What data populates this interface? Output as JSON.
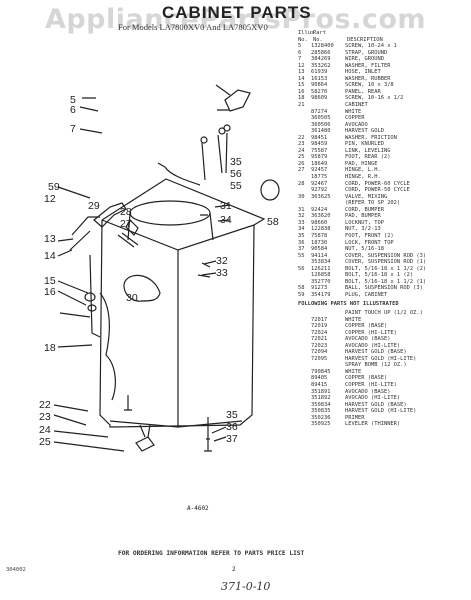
{
  "watermark": "AppliancePartsPros.com",
  "title": "CABINET PARTS",
  "models": "For Models LA7800XV0 And LA7805XV0",
  "columns": {
    "illus": "Illus.",
    "no": "No.",
    "part": "Part",
    "part_no": "No.",
    "description": "DESCRIPTION"
  },
  "parts": [
    {
      "illus": "5",
      "part": "1328400",
      "desc": "SCREW, 10-24 x 1"
    },
    {
      "illus": "6",
      "part": "285866",
      "desc": "STRAP, GROUND"
    },
    {
      "illus": "7",
      "part": "384269",
      "desc": "WIRE, GROUND"
    },
    {
      "illus": "12",
      "part": "353262",
      "desc": "WASHER, FILTER"
    },
    {
      "illus": "13",
      "part": "61939",
      "desc": "HOSE, INLET"
    },
    {
      "illus": "14",
      "part": "16153",
      "desc": "WASHER, RUBBER"
    },
    {
      "illus": "15",
      "part": "90864",
      "desc": "SCREW, 10 x 3/8"
    },
    {
      "illus": "16",
      "part": "58270",
      "desc": "PANEL, REAR"
    },
    {
      "illus": "18",
      "part": "98609",
      "desc": "SCREW, 10-16 x 1/2"
    },
    {
      "illus": "21",
      "part": "",
      "desc": "CABINET"
    },
    {
      "illus": "",
      "part": "87274",
      "desc": "WHITE"
    },
    {
      "illus": "",
      "part": "360505",
      "desc": "COPPER"
    },
    {
      "illus": "",
      "part": "360506",
      "desc": "AVOCADO"
    },
    {
      "illus": "",
      "part": "361480",
      "desc": "HARVEST GOLD"
    },
    {
      "illus": "22",
      "part": "98451",
      "desc": "WASHER, FRICTION"
    },
    {
      "illus": "23",
      "part": "98459",
      "desc": "PIN, KNURLED"
    },
    {
      "illus": "24",
      "part": "75587",
      "desc": "LINK, LEVELING"
    },
    {
      "illus": "25",
      "part": "95879",
      "desc": "FOOT, REAR (2)"
    },
    {
      "illus": "26",
      "part": "18649",
      "desc": "PAD, HINGE"
    },
    {
      "illus": "27",
      "part": "92457",
      "desc": "HINGE, L.H."
    },
    {
      "illus": "",
      "part": "18775",
      "desc": "HINGE, R.H."
    },
    {
      "illus": "28",
      "part": "92467",
      "desc": "CORD, POWER-60 CYCLE"
    },
    {
      "illus": "",
      "part": "92792",
      "desc": "CORD, POWER-50 CYCLE"
    },
    {
      "illus": "30",
      "part": "363625",
      "desc": "VALVE, MIXING"
    },
    {
      "illus": "",
      "part": "",
      "desc": "(REFER TO SP 202)"
    },
    {
      "illus": "31",
      "part": "92424",
      "desc": "CORD, BUMPER"
    },
    {
      "illus": "32",
      "part": "363620",
      "desc": "PAD, BUMPER"
    },
    {
      "illus": "33",
      "part": "98660",
      "desc": "LOCKNUT, TOP"
    },
    {
      "illus": "34",
      "part": "122838",
      "desc": "NUT, 3/2-13"
    },
    {
      "illus": "35",
      "part": "75878",
      "desc": "FOOT, FRONT (2)"
    },
    {
      "illus": "36",
      "part": "18730",
      "desc": "LOCK, FRONT TOP"
    },
    {
      "illus": "37",
      "part": "90584",
      "desc": "NUT, 5/16-18"
    },
    {
      "illus": "55",
      "part": "94114",
      "desc": "COVER, SUSPENSION ROD (3)"
    },
    {
      "illus": "",
      "part": "353834",
      "desc": "COVER, SUSPENSION ROD (1)"
    },
    {
      "illus": "56",
      "part": "126211",
      "desc": "BOLT, 5/16-18 x 1 1/2 (2)"
    },
    {
      "illus": "",
      "part": "126858",
      "desc": "BOLT, 5/16-18 x 1 (2)"
    },
    {
      "illus": "",
      "part": "352770",
      "desc": "BOLT, 5/16-18 x 1 1/2 (1)"
    },
    {
      "illus": "58",
      "part": "91273",
      "desc": "BALL, SUSPENSION ROD (3)"
    },
    {
      "illus": "59",
      "part": "354179",
      "desc": "PLUG, CABINET"
    }
  ],
  "not_illustrated_header": "FOLLOWING PARTS NOT ILLUSTRATED",
  "not_illustrated": [
    {
      "part": "",
      "desc": "PAINT TOUCH UP (1/2 OZ.)"
    },
    {
      "part": "72017",
      "desc": "WHITE"
    },
    {
      "part": "72019",
      "desc": "COPPER (BASE)"
    },
    {
      "part": "72024",
      "desc": "COPPER (HI-LITE)"
    },
    {
      "part": "72021",
      "desc": "AVOCADO (BASE)"
    },
    {
      "part": "72023",
      "desc": "AVOCADO (HI-LITE)"
    },
    {
      "part": "72094",
      "desc": "HARVEST GOLD (BASE)"
    },
    {
      "part": "72095",
      "desc": "HARVEST GOLD (HI-LITE)"
    },
    {
      "part": "",
      "desc": "SPRAY BOMB (12 OZ.)"
    },
    {
      "part": "790845",
      "desc": "WHITE"
    },
    {
      "part": "89405",
      "desc": "COPPER (BASE)"
    },
    {
      "part": "89415",
      "desc": "COPPER (HI-LITE)"
    },
    {
      "part": "351891",
      "desc": "AVOCADO (BASE)"
    },
    {
      "part": "351892",
      "desc": "AVOCADO (HI-LITE)"
    },
    {
      "part": "350834",
      "desc": "HARVEST GOLD (BASE)"
    },
    {
      "part": "350835",
      "desc": "HARVEST GOLD (HI-LITE)"
    },
    {
      "part": "350236",
      "desc": "PRIMER"
    },
    {
      "part": "350925",
      "desc": "LEVELER (THINNER)"
    }
  ],
  "callouts": {
    "c5": "5",
    "c6": "6",
    "c7": "7",
    "c59": "59",
    "c35a": "35",
    "c56": "56",
    "c55": "55",
    "c12": "12",
    "c29": "29",
    "c28": "28",
    "c27": "27",
    "c31": "31",
    "c34": "34",
    "c58": "58",
    "c13": "13",
    "c14": "14",
    "c32": "32",
    "c33": "33",
    "c15": "15",
    "c30": "30",
    "c16": "16",
    "c18": "18",
    "c22": "22",
    "c23": "23",
    "c24": "24",
    "c25": "25",
    "c35b": "35",
    "c36": "36",
    "c37": "37"
  },
  "diagram_no": "A-4602",
  "footer": "FOR ORDERING INFORMATION REFER TO PARTS PRICE LIST",
  "doc_code": "304002",
  "page": "2",
  "handwritten": "371-0-10"
}
